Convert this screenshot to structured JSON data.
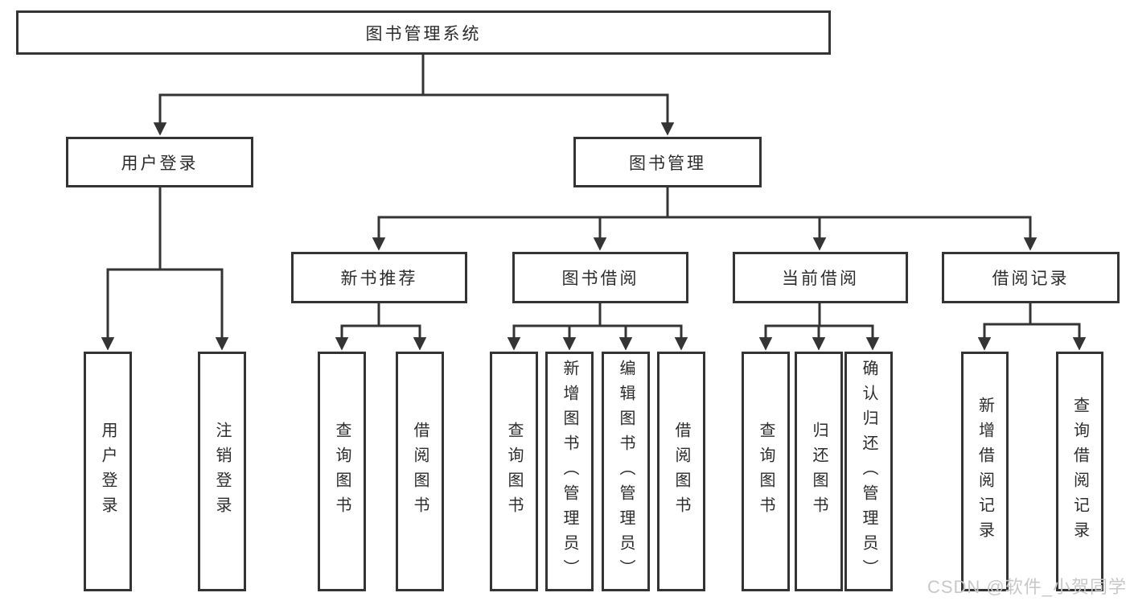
{
  "diagram": {
    "root": {
      "label": "图书管理系统"
    },
    "branches": [
      {
        "label": "用户登录",
        "children": [
          "用户登录",
          "注销登录"
        ]
      },
      {
        "label": "图书管理",
        "modules": [
          {
            "label": "新书推荐",
            "children": [
              "查询图书",
              "借阅图书"
            ]
          },
          {
            "label": "图书借阅",
            "children": [
              "查询图书",
              "新增图书（管理员）",
              "编辑图书（管理员）",
              "借阅图书"
            ]
          },
          {
            "label": "当前借阅",
            "children": [
              "查询图书",
              "归还图书",
              "确认归还（管理员）"
            ]
          },
          {
            "label": "借阅记录",
            "children": [
              "新增借阅记录",
              "查询借阅记录"
            ]
          }
        ]
      }
    ]
  },
  "watermark": {
    "text": "CSDN @软件_小贺同学"
  },
  "colors": {
    "line": "#343434",
    "text": "#2c2c2c",
    "background": "#ffffff",
    "watermark": "#c8c8c8"
  }
}
